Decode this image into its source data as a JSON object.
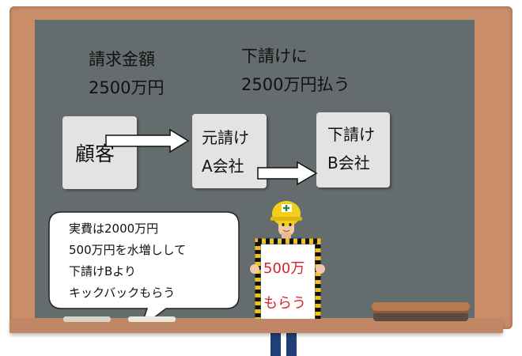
{
  "headings": {
    "invoice_line1": "請求金額",
    "invoice_line2": "2500万円",
    "subcontract_line1": "下請けに",
    "subcontract_line2": "2500万円払う"
  },
  "boxes": {
    "customer": "顧客",
    "prime_line1": "元請け",
    "prime_line2": "A会社",
    "sub_line1": "下請け",
    "sub_line2": "B会社"
  },
  "bubble": {
    "line1": "実費は2000万円",
    "line2": "500万円を水増しして",
    "line3": "下請けBより",
    "line4": "キックバックもらう"
  },
  "sign": {
    "line1": "500万",
    "line2": "もらう"
  },
  "colors": {
    "board": "#656c6d",
    "frame": "#c98d68",
    "box": "#e3e3e3",
    "sign_text": "#d9232c",
    "helmet": "#f4cf1a",
    "suit": "#2f5fa8"
  }
}
